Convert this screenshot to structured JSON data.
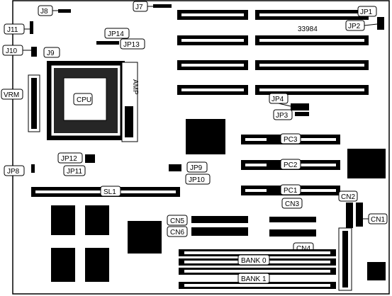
{
  "board_id": "33984",
  "labels": {
    "j8": "J8",
    "j7": "J7",
    "jp1": "JP1",
    "jp2": "JP2",
    "j11": "J11",
    "jp14": "JP14",
    "jp13": "JP13",
    "j10": "J10",
    "j9": "J9",
    "vrm": "VRM",
    "cpu": "CPU",
    "amp": "AMP",
    "jp4": "JP4",
    "jp3": "JP3",
    "pc3": "PC3",
    "pc2": "PC2",
    "pc1": "PC1",
    "jp12": "JP12",
    "jp11": "JP11",
    "jp8": "JP8",
    "jp9": "JP9",
    "jp10": "JP10",
    "sl1": "SL1",
    "cn2": "CN2",
    "cn1": "CN1",
    "cn3": "CN3",
    "cn5": "CN5",
    "cn6": "CN6",
    "cn4": "CN4",
    "bank0": "BANK 0",
    "bank1": "BANK 1"
  }
}
